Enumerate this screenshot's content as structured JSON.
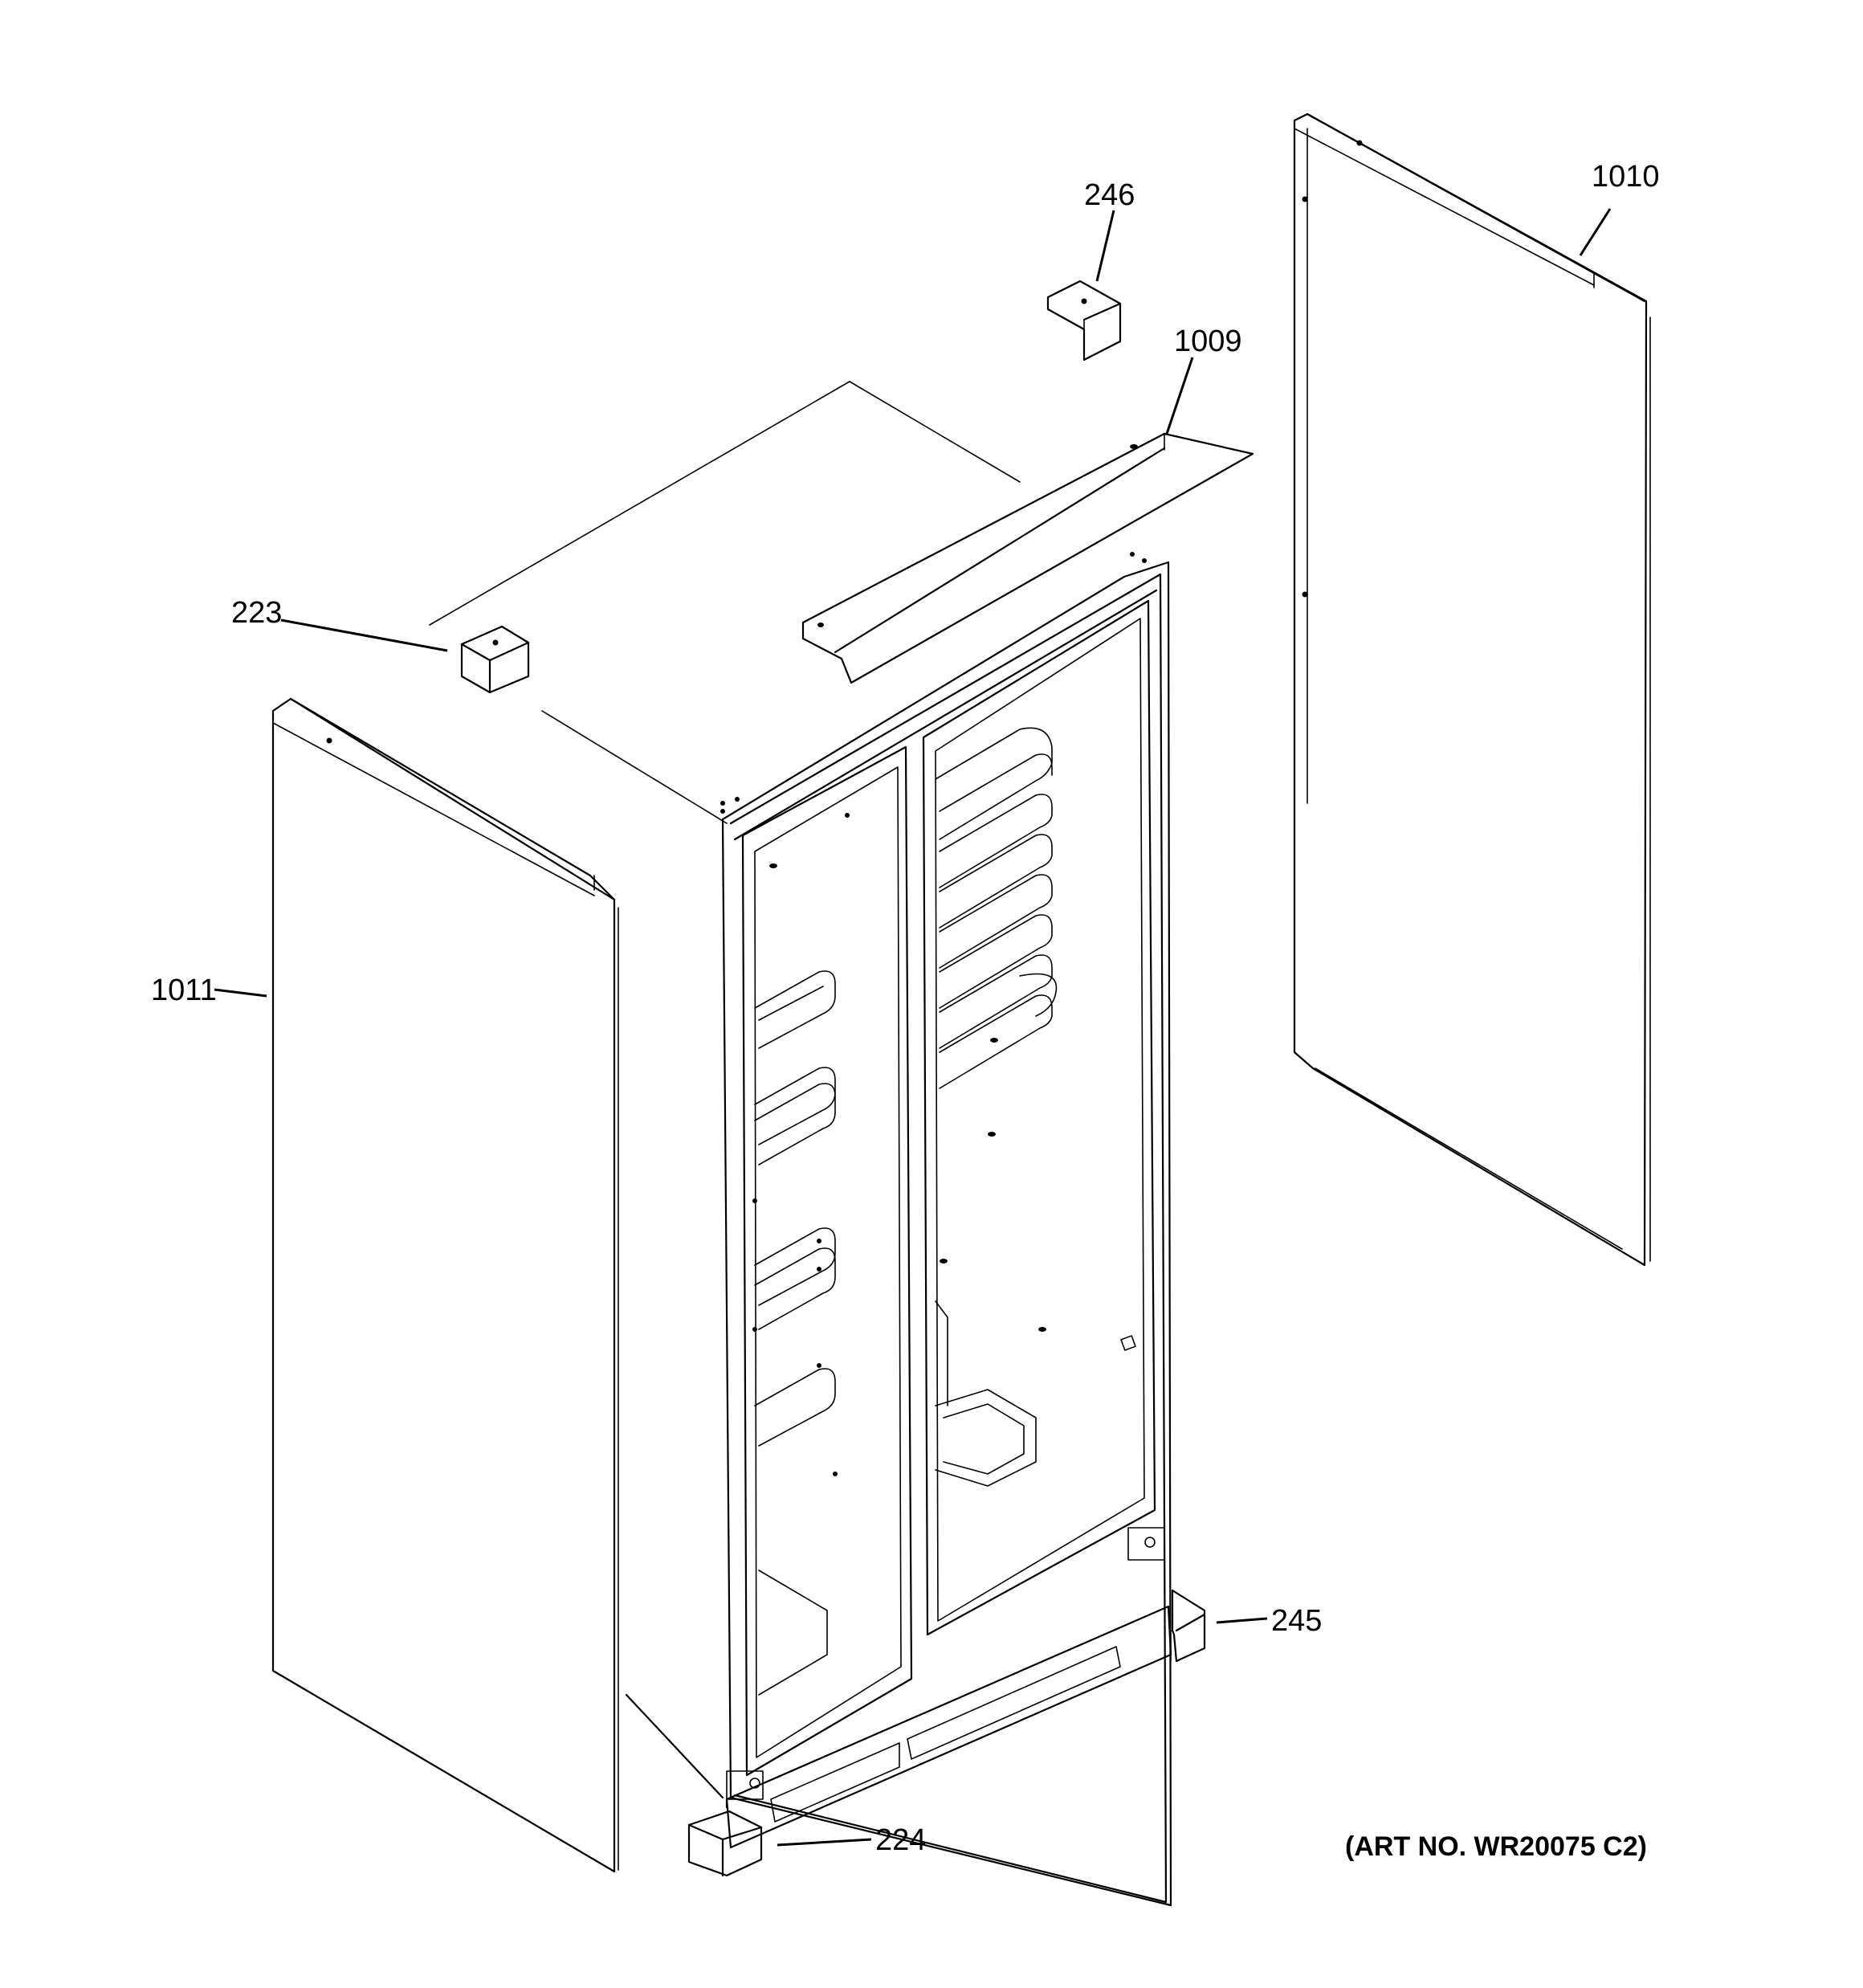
{
  "callouts": {
    "c246": "246",
    "c1010": "1010",
    "c1009": "1009",
    "c223": "223",
    "c1011": "1011",
    "c245": "245",
    "c224": "224"
  },
  "art_number": "(ART NO. WR20075 C2)"
}
